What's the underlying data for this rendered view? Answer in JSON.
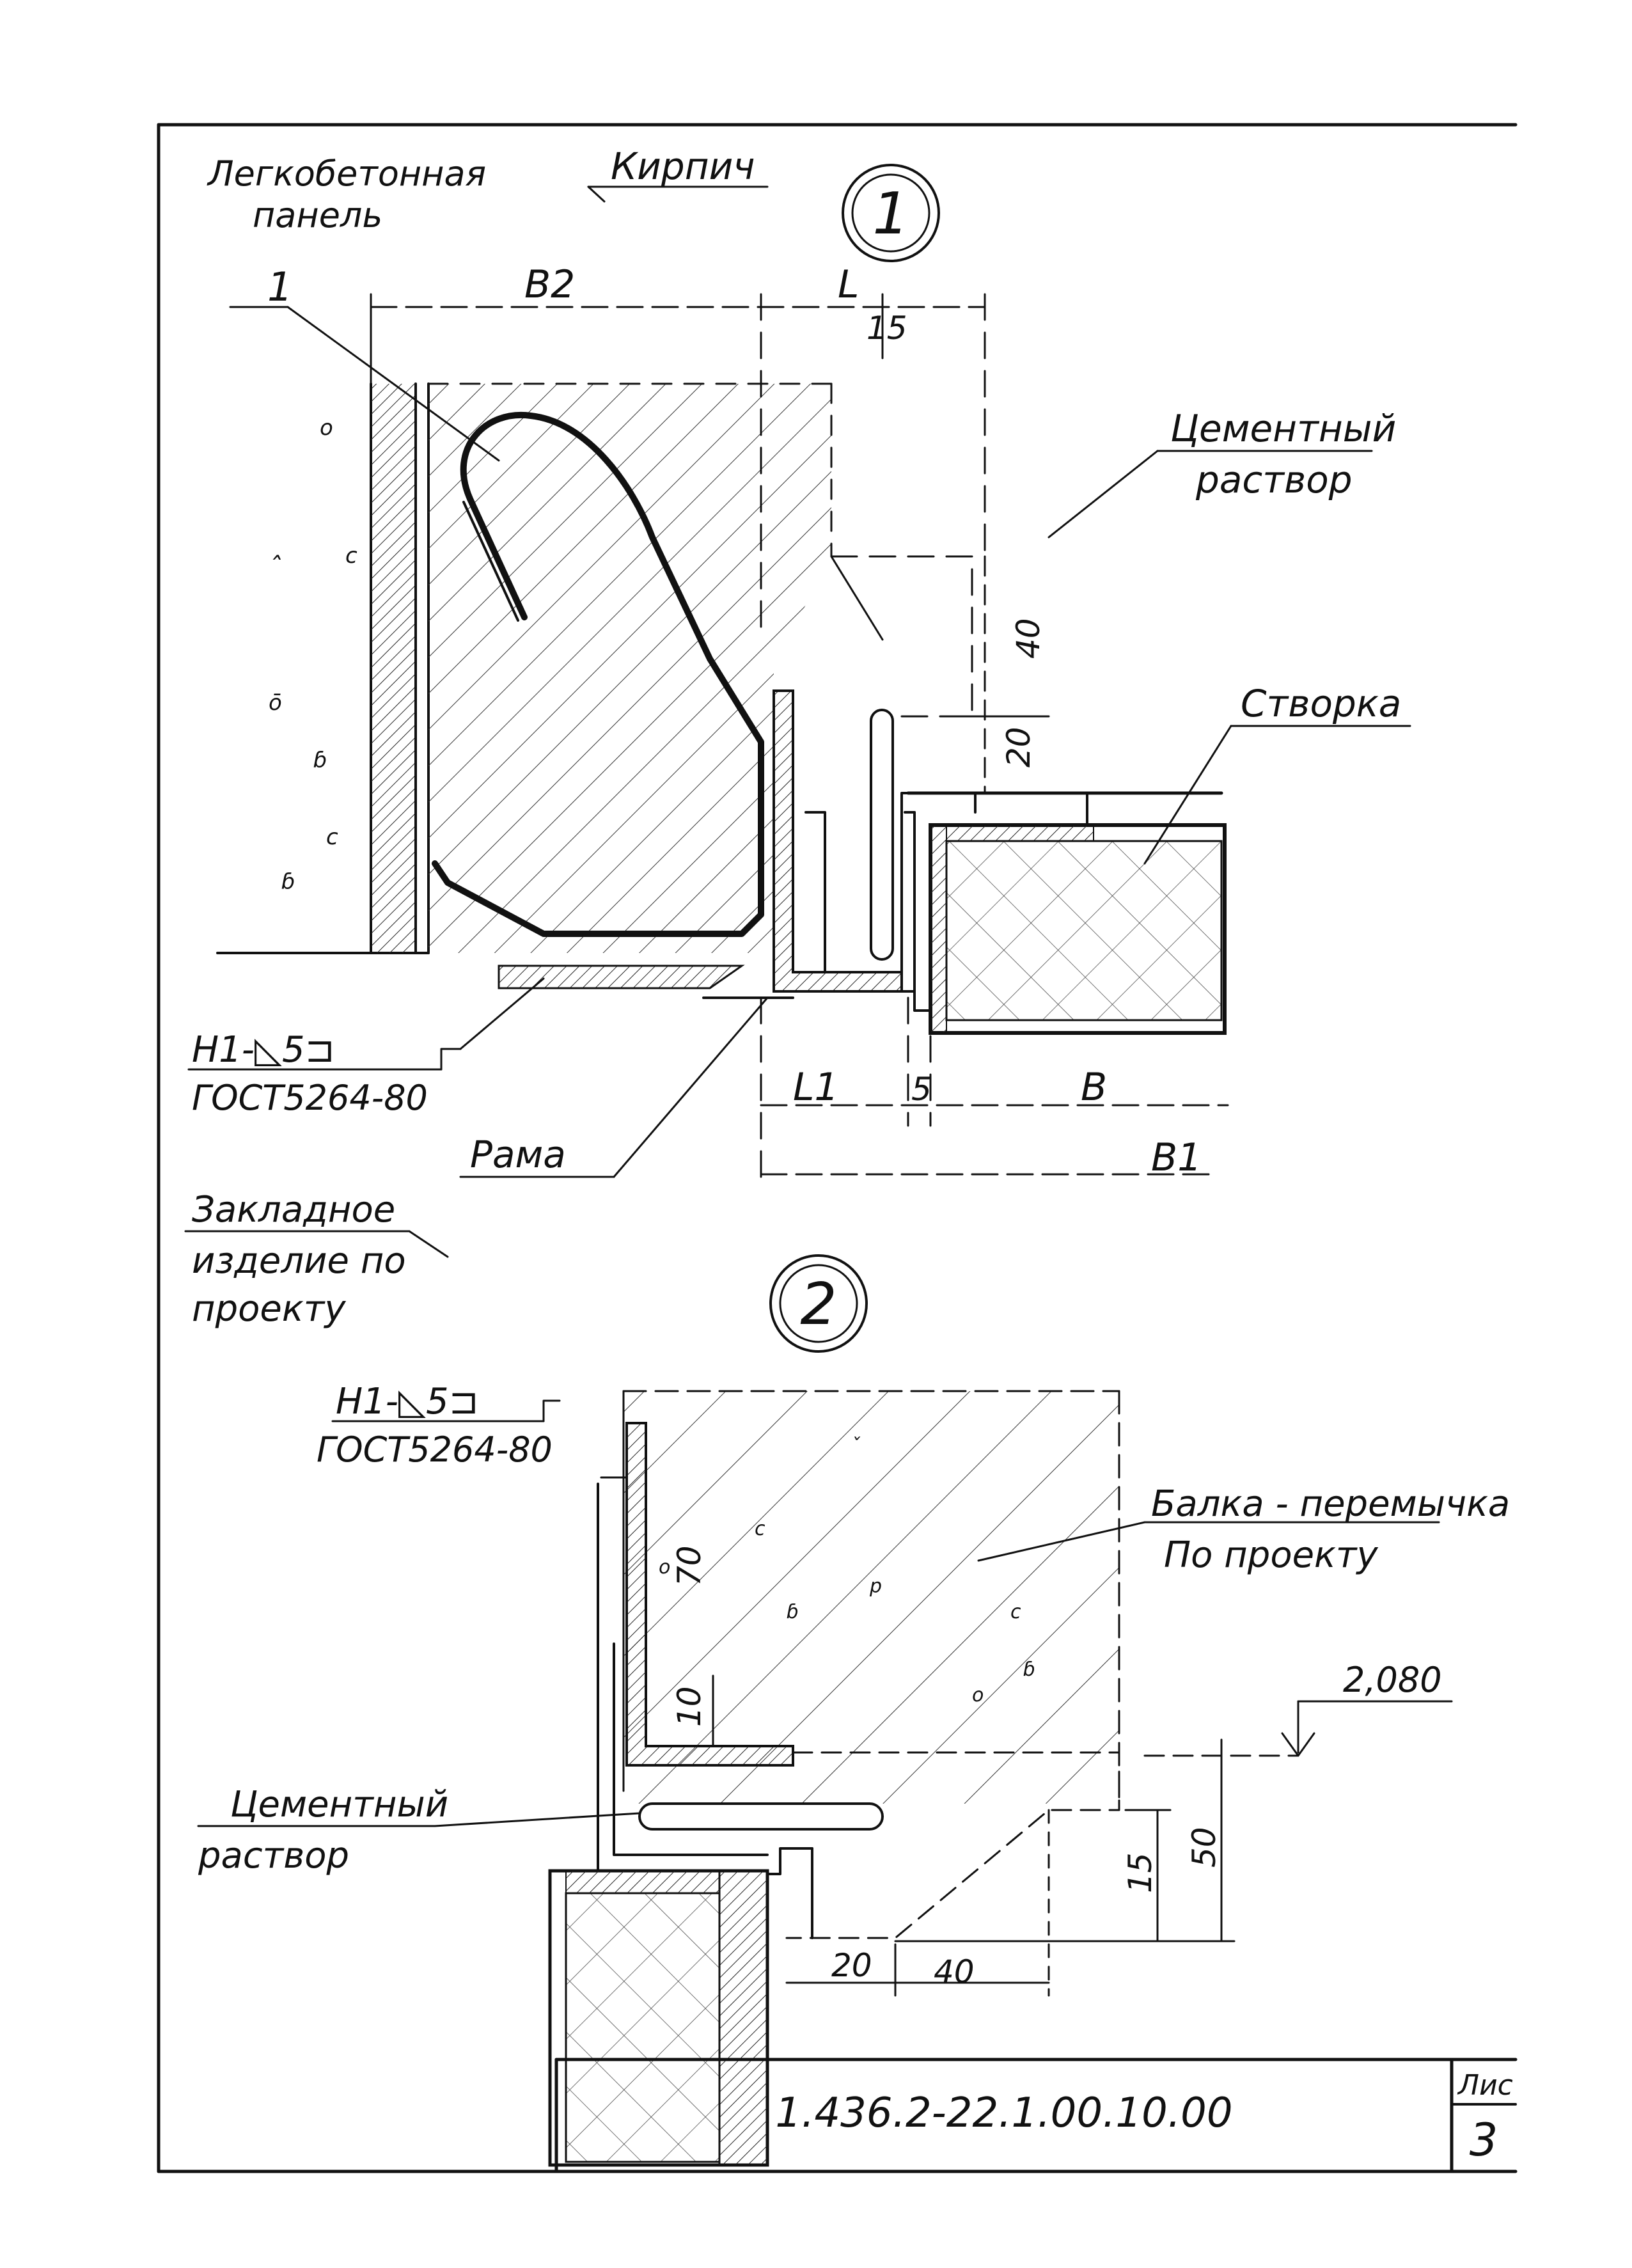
{
  "detail_1": {
    "callout": "1",
    "labels": {
      "panel_line1": "Легкобетонная",
      "panel_line2": "панель",
      "brick": "Кирпич",
      "item_1": "1",
      "cement_line1": "Цементный",
      "cement_line2": "раствор",
      "sash": "Створка",
      "frame": "Рама",
      "weld": "Н1-◺5⊐",
      "gost": "ГОСТ5264-80"
    },
    "dimensions": {
      "B2": "B2",
      "L": "L",
      "d15": "15",
      "d40": "40",
      "d20": "20",
      "L1": "L1",
      "d5": "5",
      "B": "B",
      "B1": "B1"
    }
  },
  "detail_2": {
    "callout": "2",
    "labels": {
      "embedded_line1": "Закладное",
      "embedded_line2": "изделие по",
      "embedded_line3": "проекту",
      "weld": "Н1-◺5⊐",
      "gost": "ГОСТ5264-80",
      "beam_line1": "Балка - перемычка",
      "beam_line2": "По проекту",
      "cement_line1": "Цементный",
      "cement_line2": "раствор"
    },
    "dimensions": {
      "d70": "70",
      "d10": "10",
      "elev": "2,080",
      "d15": "15",
      "d50": "50",
      "d20": "20",
      "d40": "40"
    }
  },
  "title_block": {
    "code": "1.436.2-22.1.00.10.00",
    "sheet_label": "Лис",
    "sheet_number": "3"
  }
}
